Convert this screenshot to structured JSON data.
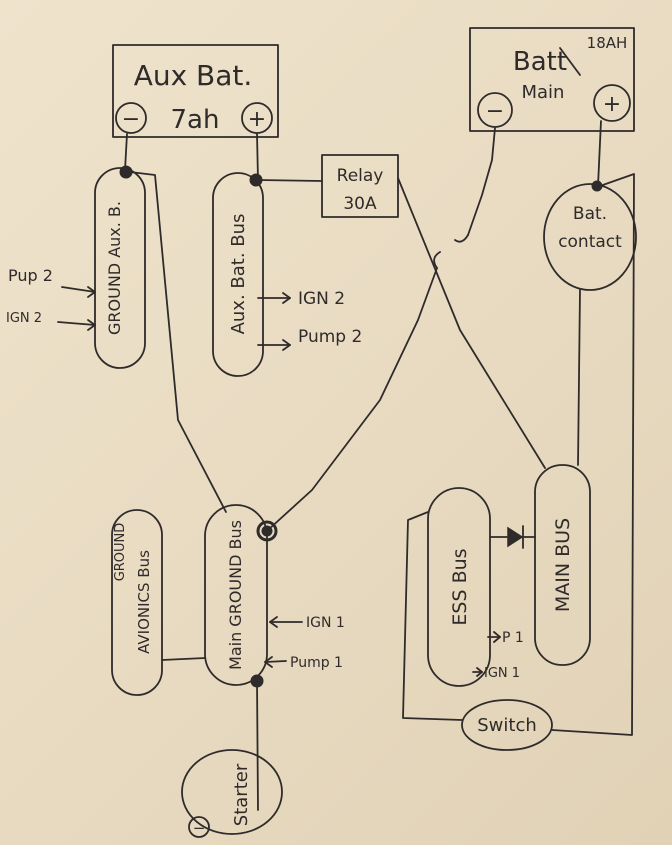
{
  "aux_battery": {
    "title": "Aux Bat.",
    "capacity": "7ah",
    "minus": "−",
    "plus": "+"
  },
  "main_battery": {
    "title": "Batt",
    "capacity": "18AH",
    "subtitle": "Main",
    "minus": "−",
    "plus": "+"
  },
  "relay": {
    "line1": "Relay",
    "line2": "30A"
  },
  "bat_contact": {
    "line1": "Bat.",
    "line2": "contact"
  },
  "ground_aux_bus": {
    "label": "GROUND Aux. B."
  },
  "aux_bat_bus": {
    "label": "Aux. Bat. Bus"
  },
  "main_ground_bus": {
    "label": "Main GROUND Bus"
  },
  "ground_avionics_bus": {
    "label_line1": "GROUND",
    "label_line2": "AVIONICS Bus"
  },
  "ess_bus": {
    "label": "ESS Bus"
  },
  "main_bus": {
    "label": "MAIN BUS"
  },
  "switch": {
    "label": "Switch"
  },
  "starter": {
    "label": "Starter",
    "minus": "−"
  },
  "connections": {
    "ground_aux_pump2": "Pup 2",
    "ground_aux_ign2": "IGN 2",
    "aux_bus_ign2": "IGN 2",
    "aux_bus_pump2": "Pump 2",
    "main_ground_ign1": "IGN 1",
    "main_ground_pump1": "Pump 1",
    "ess_p1": "P 1",
    "ess_ign1": "IGN 1"
  }
}
